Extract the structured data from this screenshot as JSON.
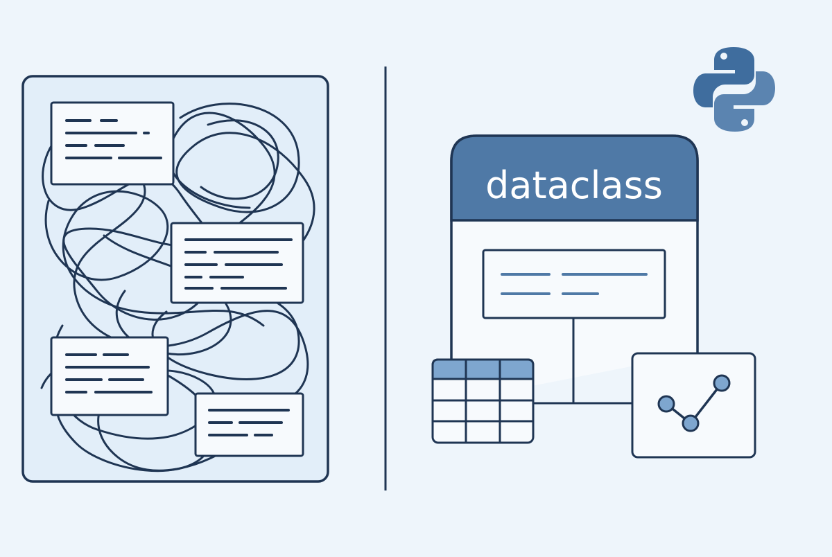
{
  "title": "dataclass",
  "colors": {
    "background": "#eef5fb",
    "ink": "#1f3553",
    "accent": "#4f79a6",
    "accent_light": "#7ea6cf",
    "panel_fill": "#e2eef9",
    "card_fill": "#f7fafd",
    "white": "#ffffff"
  },
  "icons": {
    "logo": "python-logo-icon",
    "table": "table-grid-icon",
    "chart": "line-chart-icon"
  },
  "left_panel": {
    "description": "tangled-unstructured-data",
    "notes": 4
  },
  "right_panel": {
    "description": "structured-dataclass",
    "children": [
      "table-grid-icon",
      "line-chart-icon"
    ]
  }
}
